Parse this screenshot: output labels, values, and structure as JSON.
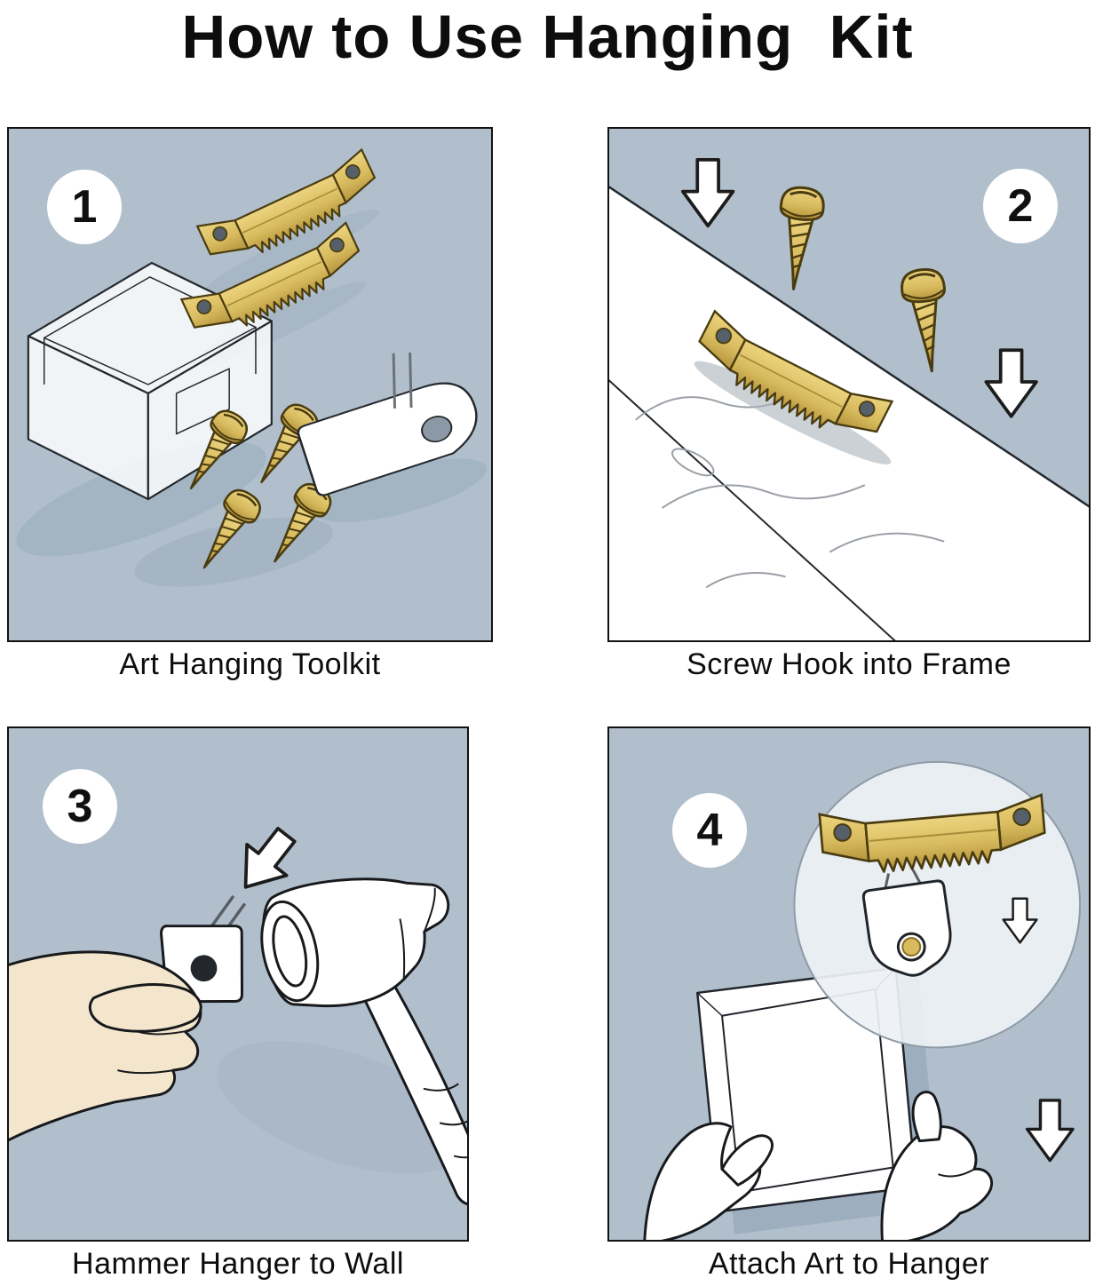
{
  "title": "How to Use Hanging  Kit",
  "steps": [
    {
      "number": "1",
      "caption": "Art Hanging Toolkit"
    },
    {
      "number": "2",
      "caption": "Screw Hook into Frame"
    },
    {
      "number": "3",
      "caption": "Hammer Hanger to Wall"
    },
    {
      "number": "4",
      "caption": "Attach Art to Hanger"
    }
  ],
  "colors": {
    "background": "#ffffff",
    "panel_background": "#b1bfcc",
    "brass": "#d8bb5e",
    "brass_dark": "#a98c38",
    "outline": "#1a1a1a",
    "skin": "#f4e6cd",
    "shadow": "#96a9ba"
  },
  "icons": {
    "sawtooth_hanger": "sawtooth-hanger-icon",
    "screw": "screw-icon",
    "down_arrow": "down-arrow-icon",
    "wall_hook": "wall-hook-icon",
    "storage_box": "storage-box-icon",
    "hammer": "hammer-icon",
    "hand": "hand-icon",
    "picture_frame": "picture-frame-icon",
    "magnifier_circle": "zoom-bubble-icon"
  }
}
